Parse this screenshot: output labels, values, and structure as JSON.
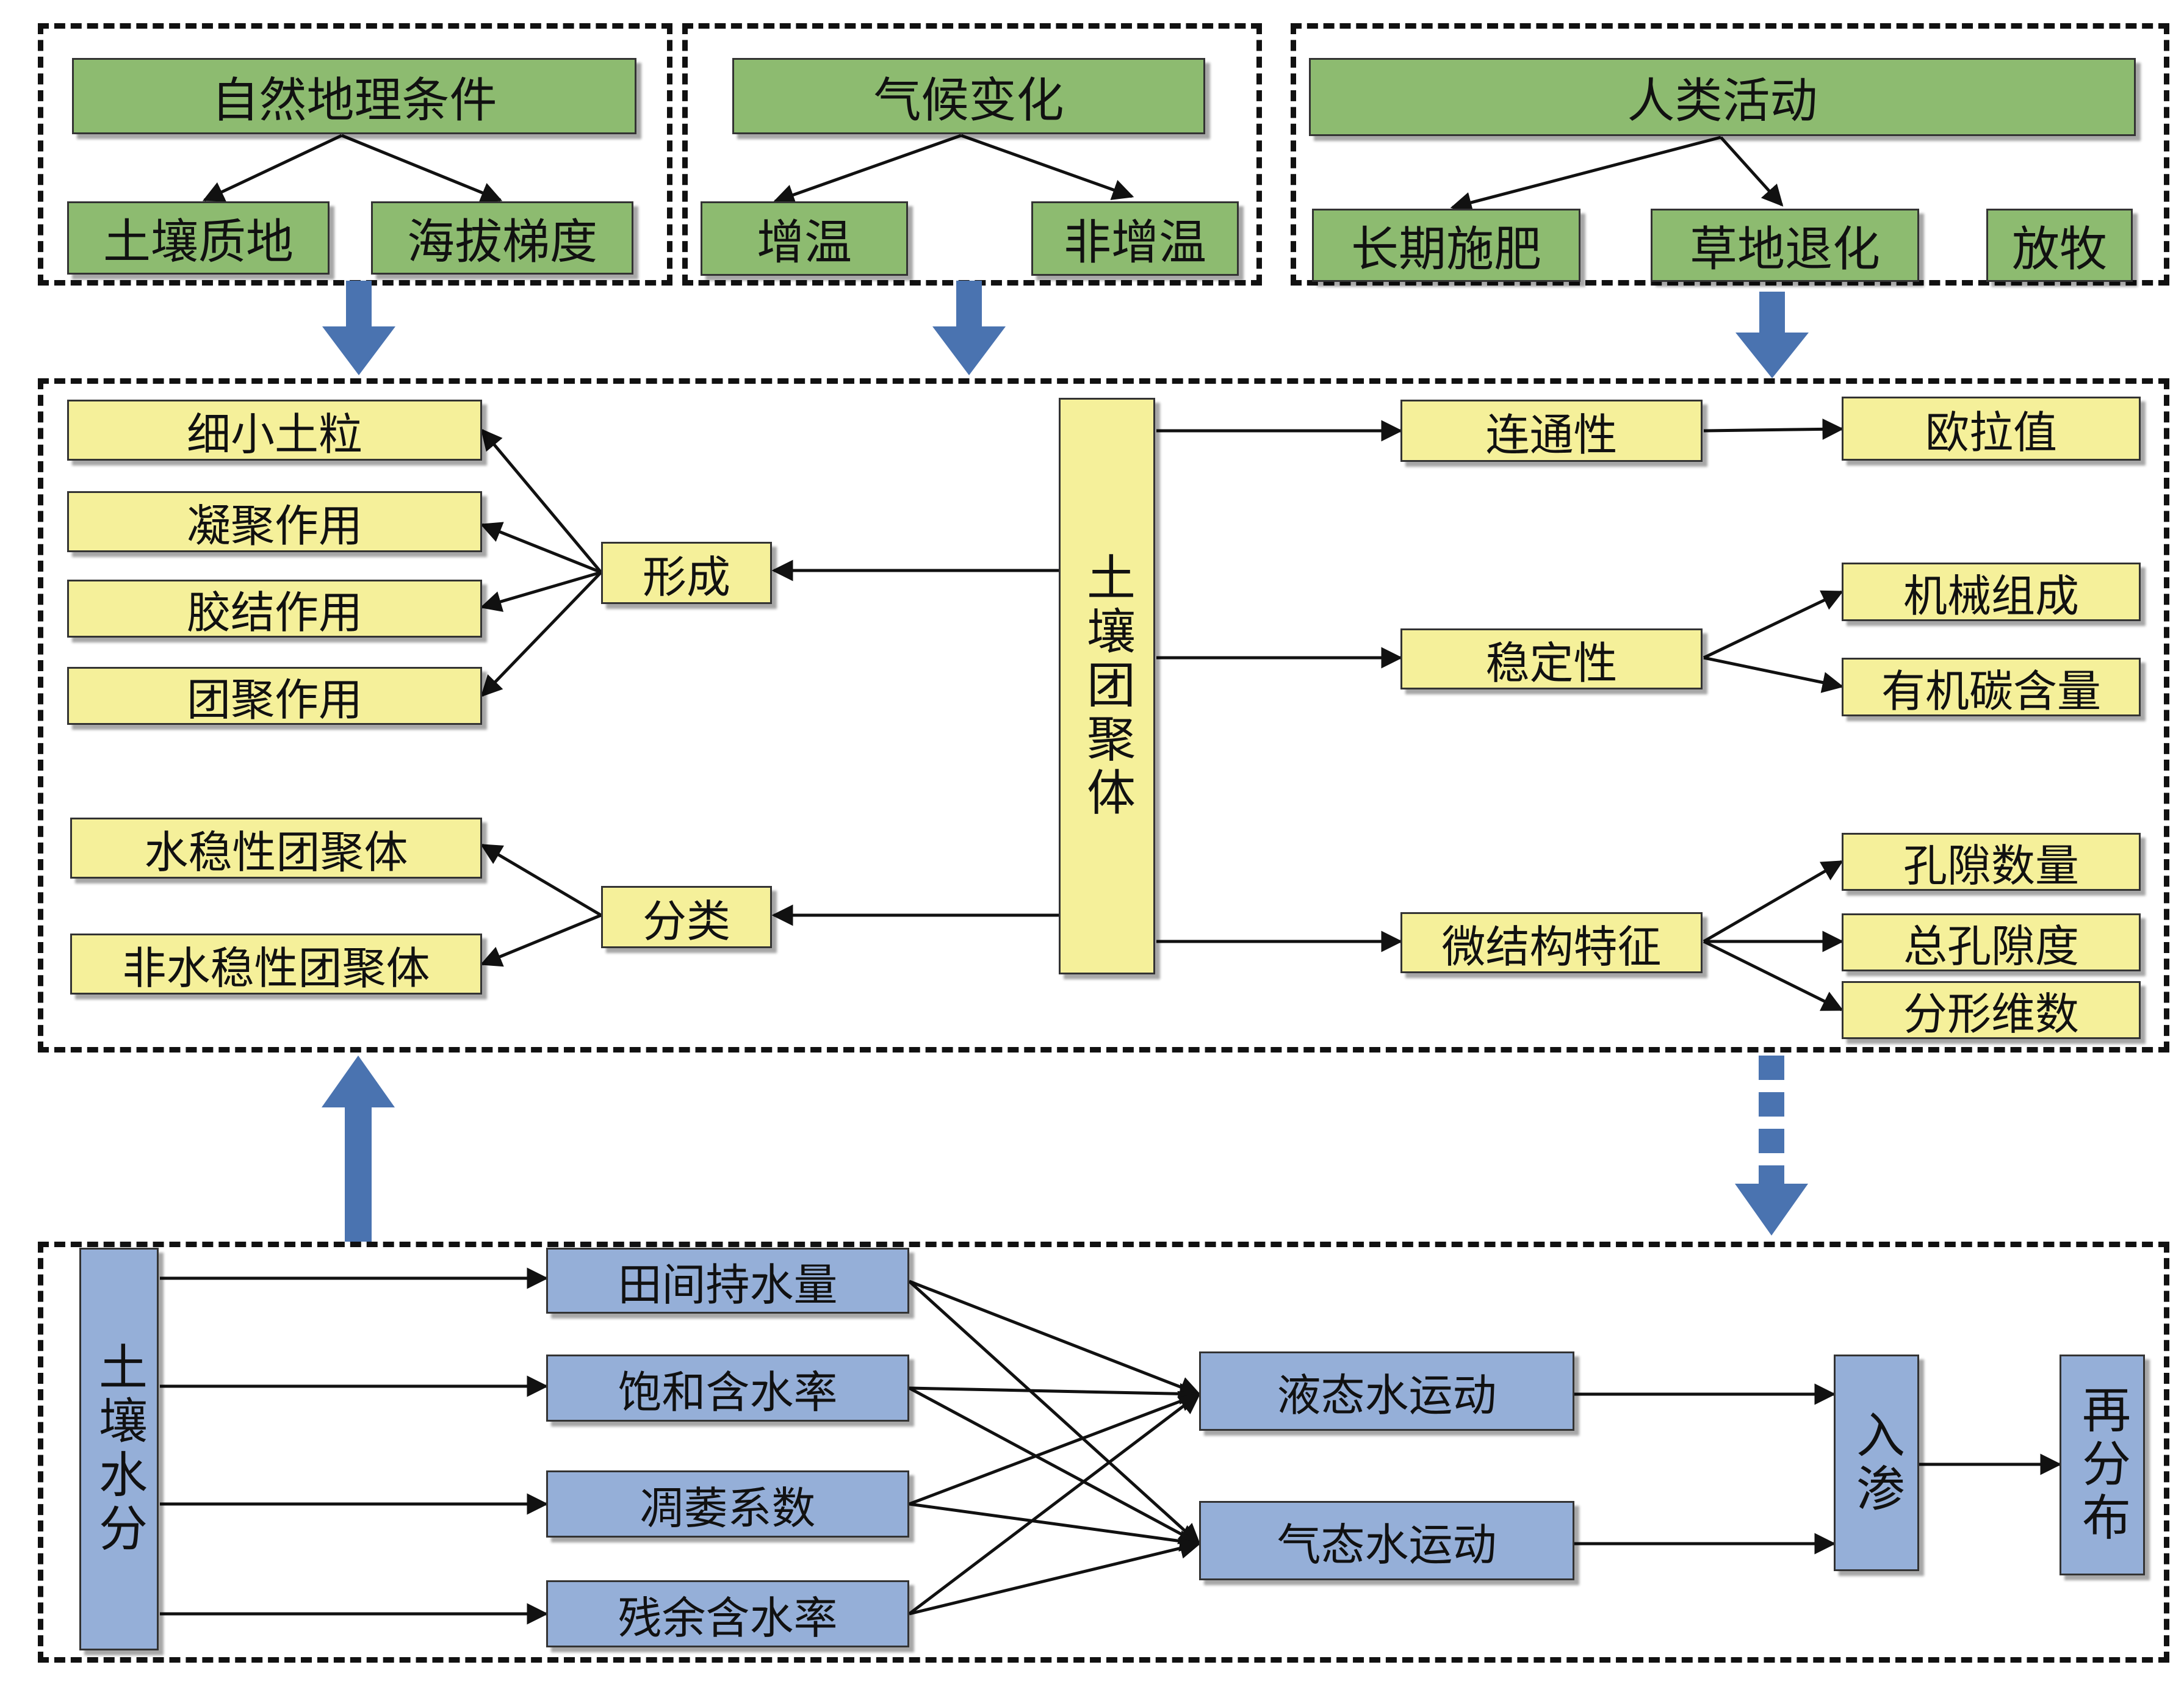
{
  "top": {
    "natural": {
      "title": "自然地理条件",
      "children": [
        "土壤质地",
        "海拔梯度"
      ]
    },
    "climate": {
      "title": "气候变化",
      "children": [
        "增温",
        "非增温"
      ]
    },
    "human": {
      "title": "人类活动",
      "children": [
        "长期施肥",
        "草地退化",
        "放牧"
      ]
    }
  },
  "aggregate": {
    "center": "土壤团聚体",
    "formation": {
      "label": "形成",
      "items": [
        "细小土粒",
        "凝聚作用",
        "胶结作用",
        "团聚作用"
      ]
    },
    "classification": {
      "label": "分类",
      "items": [
        "水稳性团聚体",
        "非水稳性团聚体"
      ]
    },
    "connectivity": {
      "label": "连通性",
      "items": [
        "欧拉值"
      ]
    },
    "stability": {
      "label": "稳定性",
      "items": [
        "机械组成",
        "有机碳含量"
      ]
    },
    "microstructure": {
      "label": "微结构特征",
      "items": [
        "孔隙数量",
        "总孔隙度",
        "分形维数"
      ]
    }
  },
  "water": {
    "center": "土壤水分",
    "params": [
      "田间持水量",
      "饱和含水率",
      "凋萎系数",
      "残余含水率"
    ],
    "motions": [
      "液态水运动",
      "气态水运动"
    ],
    "infiltration": "入渗",
    "redistribution": "再分布"
  },
  "colors": {
    "green": "#8dbb70",
    "yellow": "#f5f09a",
    "blue": "#95afd8",
    "arrow_big": "#4a73b0"
  }
}
